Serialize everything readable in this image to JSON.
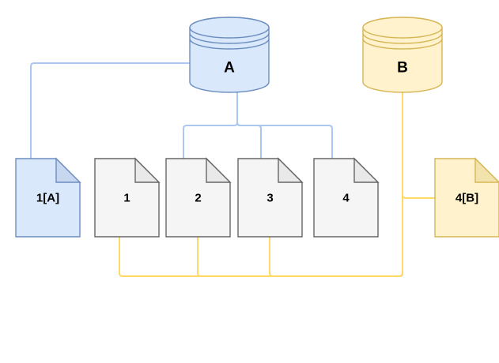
{
  "diagram": {
    "type": "drawio-style architecture diagram",
    "background": "#ffffff",
    "nodes": {
      "bucket_a": {
        "label": "A",
        "shape": "database-cylinder",
        "color_theme": "blue"
      },
      "bucket_b": {
        "label": "B",
        "shape": "database-cylinder",
        "color_theme": "yellow"
      },
      "doc_1a": {
        "label": "1[A]",
        "shape": "document-note",
        "color_theme": "blue"
      },
      "doc_1": {
        "label": "1",
        "shape": "document-note",
        "color_theme": "gray"
      },
      "doc_2": {
        "label": "2",
        "shape": "document-note",
        "color_theme": "gray"
      },
      "doc_3": {
        "label": "3",
        "shape": "document-note",
        "color_theme": "gray"
      },
      "doc_4": {
        "label": "4",
        "shape": "document-note",
        "color_theme": "gray"
      },
      "doc_4b": {
        "label": "4[B]",
        "shape": "document-note",
        "color_theme": "yellow"
      }
    },
    "edges": [
      {
        "from": "A",
        "to": "1[A]",
        "color": "blue"
      },
      {
        "from": "A",
        "to": "2",
        "color": "blue"
      },
      {
        "from": "A",
        "to": "3",
        "color": "blue"
      },
      {
        "from": "A",
        "to": "4",
        "color": "blue"
      },
      {
        "from": "B",
        "to": "1",
        "color": "yellow"
      },
      {
        "from": "B",
        "to": "2",
        "color": "yellow"
      },
      {
        "from": "B",
        "to": "3",
        "color": "yellow"
      },
      {
        "from": "B",
        "to": "4[B]",
        "color": "yellow"
      }
    ],
    "colors": {
      "blue_fill": "#dae8fc",
      "blue_fold": "#c7d7ef",
      "blue_stroke": "#6c8ebf",
      "blue_edge": "#a9c7f0",
      "yellow_fill": "#fff2cc",
      "yellow_fold": "#f2e3ac",
      "yellow_stroke": "#d6b656",
      "yellow_edge": "#ffd966",
      "gray_fill": "#f5f5f5",
      "gray_fold": "#e9e9e9",
      "gray_stroke": "#666666",
      "label_color": "#000000"
    }
  }
}
